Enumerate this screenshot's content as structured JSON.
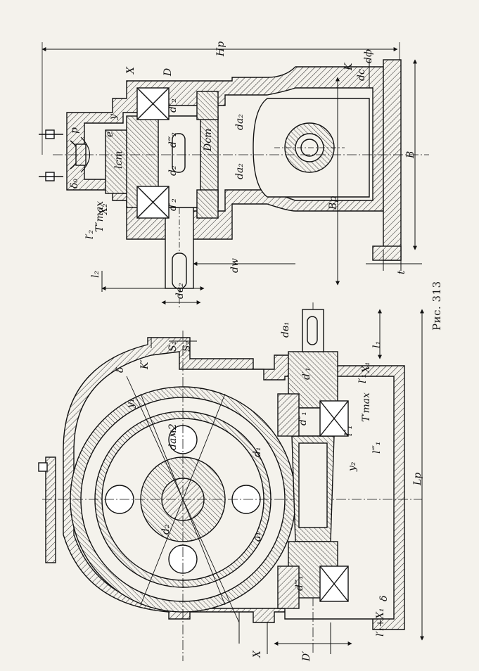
{
  "figure": {
    "caption": "Рис. 313"
  },
  "side_view_labels": {
    "H_p": "Hр",
    "X": "X",
    "D_bearing": "D",
    "d_c": "dс",
    "d_2_bore": "d₂",
    "d_a2_top": "da₂",
    "d_a2_bottom": "da₂",
    "D_st": "Dст",
    "l_st": "lст",
    "e": "e",
    "y": "y",
    "p": "p",
    "delta_0": "δ₀",
    "T_max": "T″max",
    "X_2": "X₂",
    "l_2_prime": "l′₂",
    "l_2": "l₂",
    "d_w": "dw",
    "d_b2": "dв₂",
    "B_p": "Bр",
    "B": "B",
    "K": "K",
    "d_f": "dф",
    "t": "t",
    "d_2_a": "d″₂",
    "d_2_b": "d′₂",
    "d_2_c": "d‴₂"
  },
  "front_view_labels": {
    "delta": "δ",
    "K_prime": "K′",
    "S_1": "S₁",
    "S_2": "S₂",
    "y_1": "y₁",
    "d_am2": "dам2",
    "d_1": "d₁",
    "a_1": "a₁",
    "d_2": "d₂",
    "d_b1": "dв₁",
    "l_1": "l₁",
    "l_1_prime": "l′₁",
    "X_1": "X₁",
    "T_prime_max": "T′max",
    "l_1_double": "l″₁",
    "l_1_triple": "l‴₁",
    "d_1_prime": "d′₁",
    "d_1_double": "d″₁",
    "d_1_triple": "d‴₁",
    "y_2": "y₂",
    "L_p": "Lр",
    "delta_bottom": "δ",
    "l_1_plus_X_1": "l′₁+X₁",
    "X_bottom": "X",
    "D_prime": "D′"
  }
}
